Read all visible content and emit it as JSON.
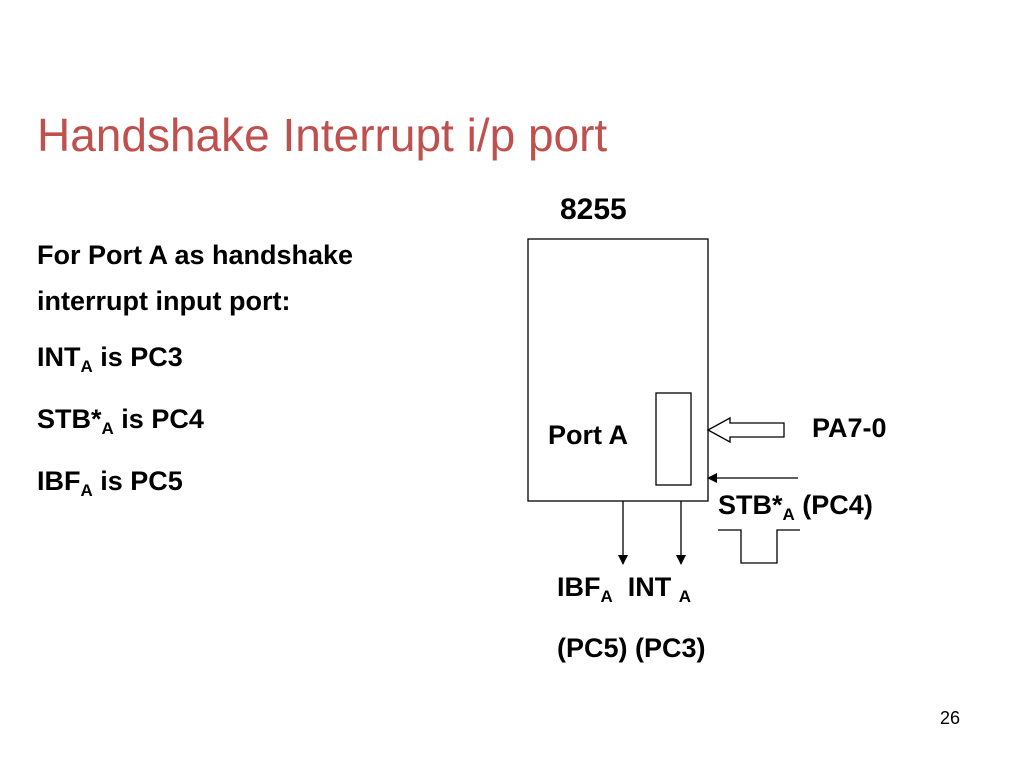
{
  "slide": {
    "title": "Handshake Interrupt i/p port",
    "page_number": "26"
  },
  "body": {
    "intro": "For Port A as handshake interrupt input port:",
    "lines": [
      {
        "main": "INT",
        "sub": "A",
        "rest": " is PC3"
      },
      {
        "main": "STB*",
        "sub": "A",
        "rest": " is PC4"
      },
      {
        "main": "IBF",
        "sub": "A",
        "rest": " is PC5"
      }
    ]
  },
  "diagram": {
    "chip_label": "8255",
    "port_label": "Port A",
    "input_label": "PA7-0",
    "strobe": {
      "main": "STB*",
      "sub": "A",
      "rest": " (PC4)"
    },
    "outputs": {
      "ibf_main": "IBF",
      "ibf_sub": "A",
      "int_main": "INT ",
      "int_sub": "A",
      "pins": "(PC5) (PC3)"
    }
  }
}
